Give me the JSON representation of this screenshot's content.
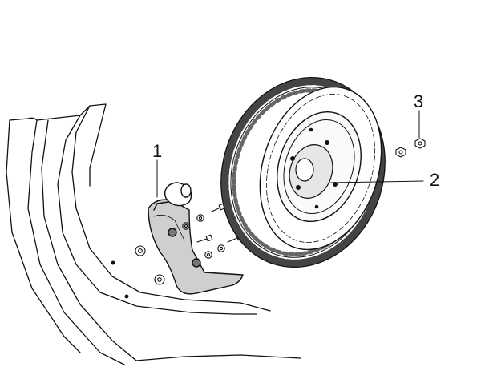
{
  "diagram": {
    "callouts": [
      {
        "id": "1",
        "label": "1"
      },
      {
        "id": "2",
        "label": "2"
      },
      {
        "id": "3",
        "label": "3"
      }
    ],
    "colors": {
      "ink": "#111111",
      "paper": "#ffffff"
    }
  }
}
